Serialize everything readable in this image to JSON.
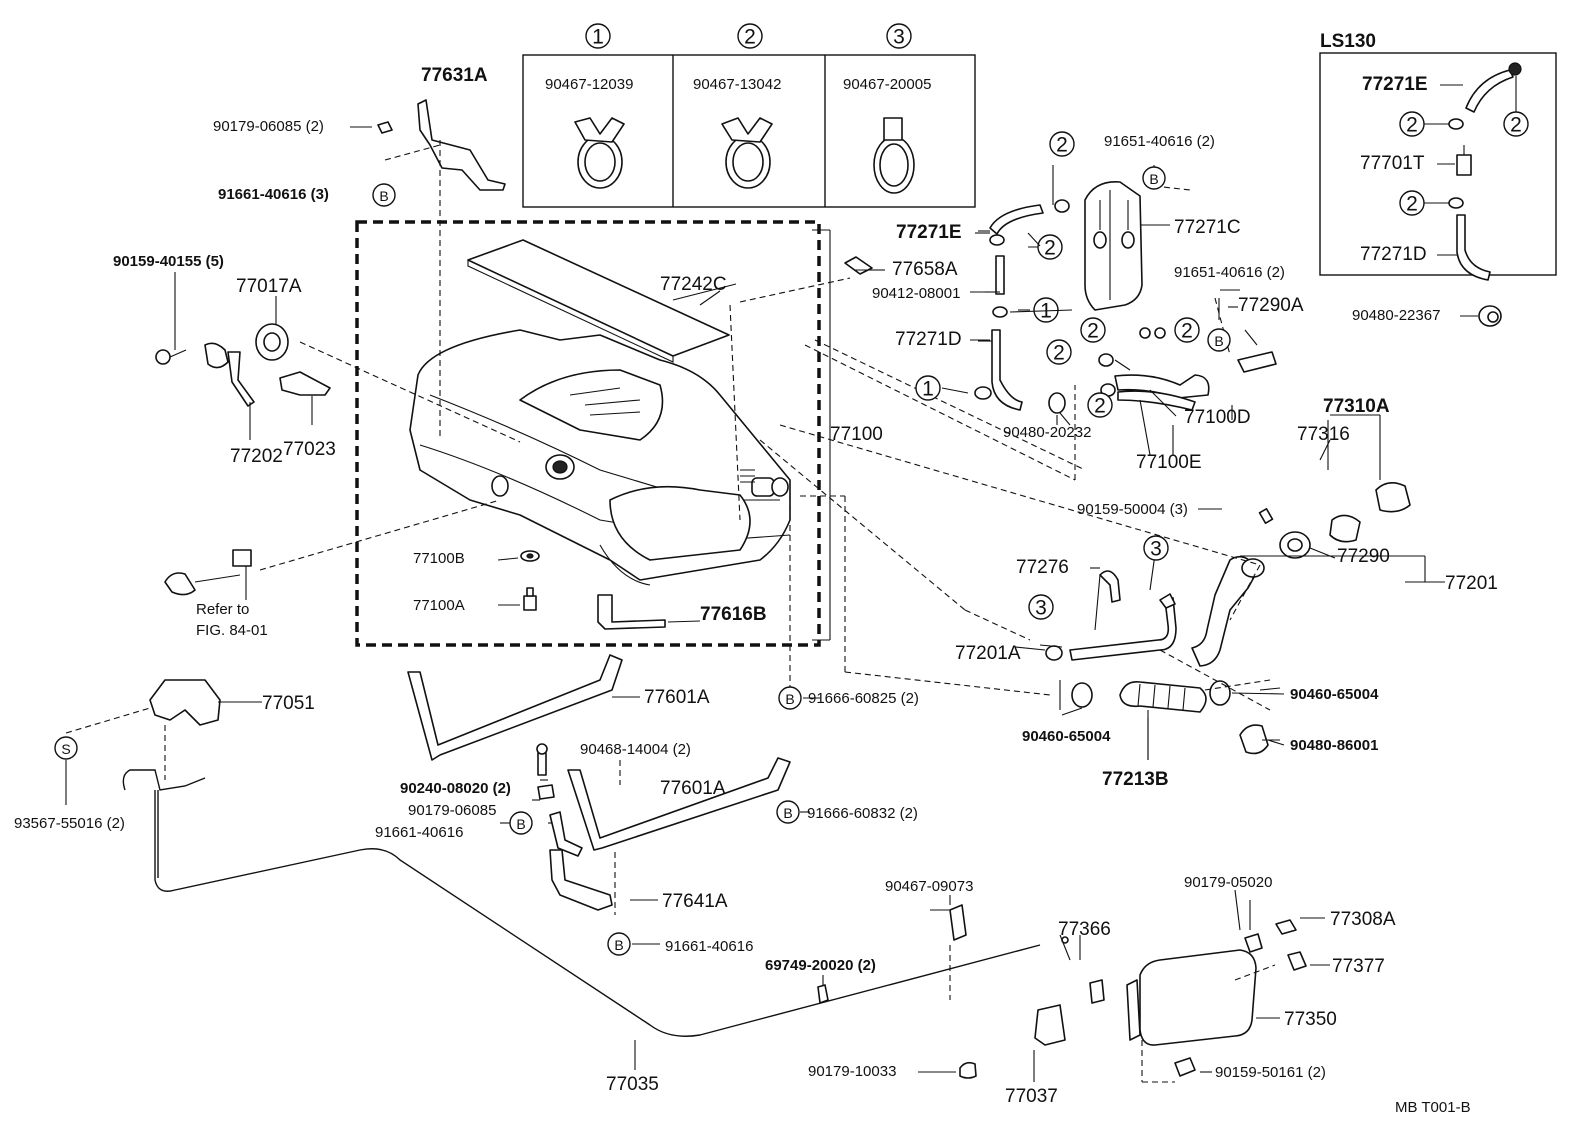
{
  "clamp_box": {
    "items": [
      {
        "key": "1",
        "part": "90467-12039"
      },
      {
        "key": "2",
        "part": "90467-13042"
      },
      {
        "key": "3",
        "part": "90467-20005"
      }
    ]
  },
  "ls130_box": {
    "title": "LS130",
    "parts": [
      "77271E",
      "77701T",
      "77271D",
      "90480-22367"
    ],
    "circle_2": "2"
  },
  "labels": {
    "p77631A": "77631A",
    "p90179_06085_2": "90179-06085 (2)",
    "p91661_40616_3": "91661-40616 (3)",
    "p90159_40155_5": "90159-40155 (5)",
    "p77017A": "77017A",
    "p77202": "77202",
    "p77023": "77023",
    "p77242C": "77242C",
    "p77658A": "77658A",
    "p77100": "77100",
    "p77100B": "77100B",
    "p77100A": "77100A",
    "p77616B": "77616B",
    "refer_to": "Refer to",
    "fig_ref": "FIG. 84-01",
    "p77051": "77051",
    "p93567_55016_2": "93567-55016 (2)",
    "p77601A_1": "77601A",
    "p91666_60825_2": "91666-60825 (2)",
    "p90468_14004_2": "90468-14004 (2)",
    "p90240_08020_2": "90240-08020 (2)",
    "p77601A_2": "77601A",
    "p90179_06085": "90179-06085",
    "p91661_40616_a": "91661-40616",
    "p91666_60832_2": "91666-60832 (2)",
    "p77641A": "77641A",
    "p91661_40616_b": "91661-40616",
    "p91651_40616_2_a": "91651-40616 (2)",
    "p77271E": "77271E",
    "p77271C": "77271C",
    "p90412_08001": "90412-08001",
    "p91651_40616_2_b": "91651-40616 (2)",
    "p77290A": "77290A",
    "p77271D": "77271D",
    "p90480_20232": "90480-20232",
    "p77100D": "77100D",
    "p77100E": "77100E",
    "p77310A": "77310A",
    "p77316": "77316",
    "p90159_50004_3": "90159-50004 (3)",
    "p77276": "77276",
    "p77290": "77290",
    "p77201": "77201",
    "p77201A": "77201A",
    "p90460_65004_a": "90460-65004",
    "p90460_65004_b": "90460-65004",
    "p90480_86001": "90480-86001",
    "p77213B": "77213B",
    "p90467_09073": "90467-09073",
    "p69749_20020_2": "69749-20020 (2)",
    "p77366": "77366",
    "p90179_05020": "90179-05020",
    "p77308A": "77308A",
    "p77377": "77377",
    "p77350": "77350",
    "p90179_10033": "90179-10033",
    "p77037": "77037",
    "p90159_50161_2": "90159-50161 (2)",
    "p77035": "77035",
    "footer": "MB  T001-B"
  },
  "markers": {
    "B": "B",
    "S": "S",
    "one": "1",
    "two": "2",
    "three": "3"
  }
}
